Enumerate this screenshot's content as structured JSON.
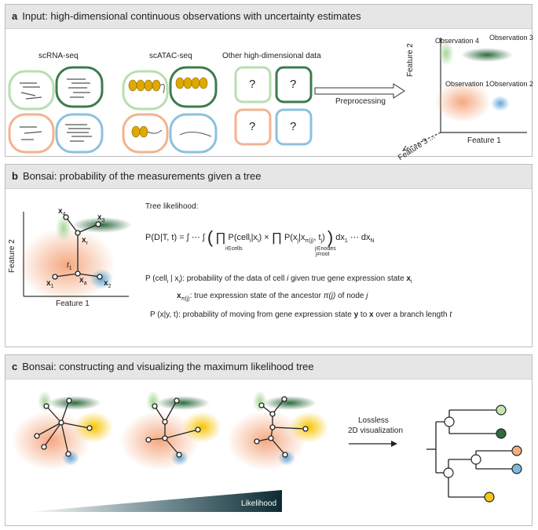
{
  "panel_a": {
    "letter": "a",
    "title": "Input: high-dimensional continuous observations with uncertainty estimates",
    "groups": [
      "scRNA-seq",
      "scATAC-seq",
      "Other high-dimensional data"
    ],
    "question_mark": "?",
    "arrow_label": "Preprocessing",
    "axes": {
      "y": "Feature 2",
      "x": "Feature 1",
      "z": "Feature 3 ..."
    },
    "observations": [
      "Observation 1",
      "Observation 2",
      "Observation 3",
      "Observation 4"
    ]
  },
  "panel_b": {
    "letter": "b",
    "title": "Bonsai: probability of the measurements given a tree",
    "axes": {
      "y": "Feature 2",
      "x": "Feature 1"
    },
    "node_labels": {
      "x4": "x",
      "x4_sub": "4",
      "x3": "x",
      "x3_sub": "3",
      "xr": "x",
      "xr_sub": "r",
      "t1": "t",
      "t1_sub": "1",
      "x1": "x",
      "x1_sub": "1",
      "xa": "x",
      "xa_sub": "a",
      "x2": "x",
      "x2_sub": "2"
    },
    "tree_likelihood_label": "Tree likelihood:",
    "formula": {
      "lhs": "P(D|T, t) = ∫ ⋯ ∫",
      "prod1_sub": "i∈cells",
      "term1": "P(cell",
      "term1_sub": "i",
      "term1_rest": "|x",
      "term1_rest_sub": "i",
      "times": ") ×",
      "prod2_sub": "j∈nodes",
      "prod2_sub2": "j≠root",
      "term2": "P(x",
      "term2_sub": "j",
      "term2_mid": "|x",
      "term2_mid_sub": "π(j)",
      "term2_end": ", t",
      "term2_end_sub": "j",
      "term2_close": ")",
      "tail": "dx",
      "tail_sub1": "1",
      "tail_mid": " ⋯ dx",
      "tail_sub2": "N"
    },
    "definitions": [
      {
        "head": "P (cell",
        "head_sub": "i",
        "head_rest": " | x",
        "head_rest_sub": "i",
        "body": "): probability of the data of cell ",
        "var": "i",
        "body2": " given true gene expression state ",
        "bold": "x",
        "bold_sub": "i"
      },
      {
        "head": "x",
        "head_sub": "π(j)",
        "body": ": true expression state of the ancestor ",
        "var": "π(j)",
        "body2": " of node ",
        "var2": "j"
      },
      {
        "head": "P (x|y, t)",
        "body": ": probability of moving from gene expression state ",
        "b1": "y",
        "body2": " to ",
        "b2": "x",
        "body3": " over a branch length ",
        "var": "t"
      }
    ]
  },
  "panel_c": {
    "letter": "c",
    "title": "Bonsai: constructing and visualizing the maximum likelihood tree",
    "arrow_label_line1": "Lossless",
    "arrow_label_line2": "2D visualization",
    "likelihood_label": "Likelihood"
  },
  "colors": {
    "green_light": "#b9deb0",
    "green_dark": "#3d7b4f",
    "orange": "#f2b48f",
    "blue": "#8cc1e0",
    "yellow": "#f5c518",
    "border": "#bdbdbd",
    "header": "#e6e6e6"
  }
}
